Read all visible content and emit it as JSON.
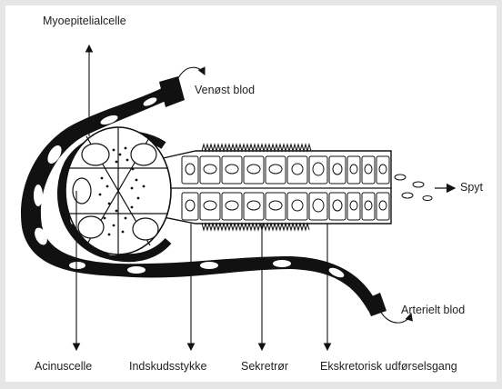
{
  "labels": {
    "top": "Myoepitelialcelle",
    "venous": "Venøst blod",
    "saliva": "Spyt",
    "arterial": "Arterielt blod",
    "acinus": "Acinuscelle",
    "intercalated": "Indskudsstykke",
    "striated": "Sekretrør",
    "excretory": "Ekskretorisk udførselsgang"
  },
  "colors": {
    "background": "#e6e6e6",
    "panel": "#ffffff",
    "ink": "#111111",
    "text": "#222222"
  }
}
